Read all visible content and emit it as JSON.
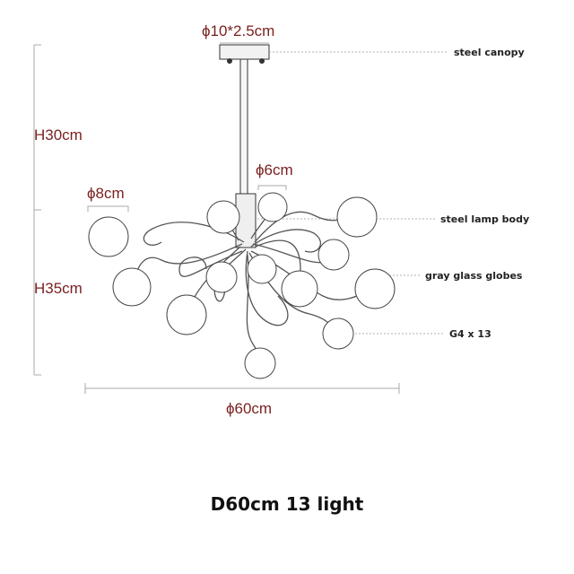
{
  "dimensions": {
    "canopy": "ϕ10*2.5cm",
    "rod_height": "H30cm",
    "body_height": "H35cm",
    "small_globe": "ϕ6cm",
    "large_globe": "ϕ8cm",
    "overall_diameter": "ϕ60cm"
  },
  "callouts": {
    "canopy": "steel canopy",
    "body": "steel lamp body",
    "globes": "gray glass globes",
    "bulbs": "G4 x 13"
  },
  "caption": "D60cm 13 light"
}
